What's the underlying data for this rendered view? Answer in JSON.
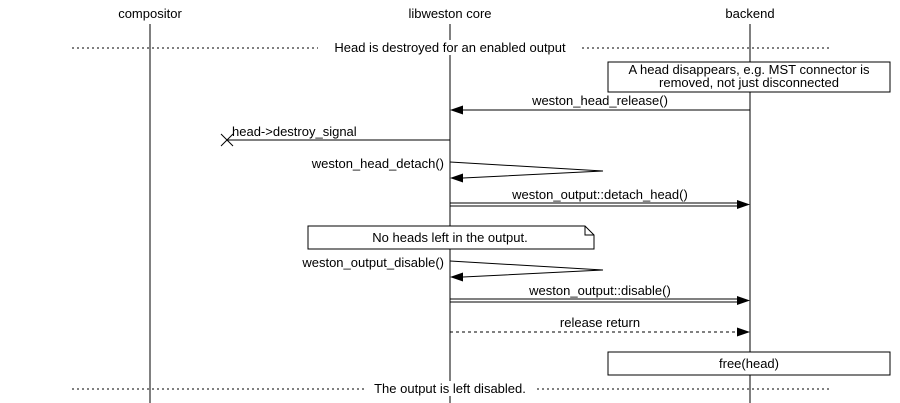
{
  "diagram": {
    "colors": {
      "background": "#ffffff",
      "line": "#000000",
      "text": "#000000"
    },
    "lifelines": [
      {
        "label": "compositor"
      },
      {
        "label": "libweston core"
      },
      {
        "label": "backend"
      }
    ],
    "dividers": [
      {
        "label": "Head is destroyed for an enabled output"
      },
      {
        "label": "The output is left disabled."
      }
    ],
    "notes": [
      {
        "line1": "A head disappears, e.g. MST connector is",
        "line2": "removed, not just disconnected"
      },
      {
        "line1": "No heads left in the output."
      }
    ],
    "messages": [
      {
        "label": "weston_head_release()"
      },
      {
        "label": "head->destroy_signal"
      },
      {
        "label": "weston_head_detach()"
      },
      {
        "label": "weston_output::detach_head()"
      },
      {
        "label": "weston_output_disable()"
      },
      {
        "label": "weston_output::disable()"
      },
      {
        "label": "release return"
      }
    ],
    "action_box": {
      "label": "free(head)"
    }
  }
}
